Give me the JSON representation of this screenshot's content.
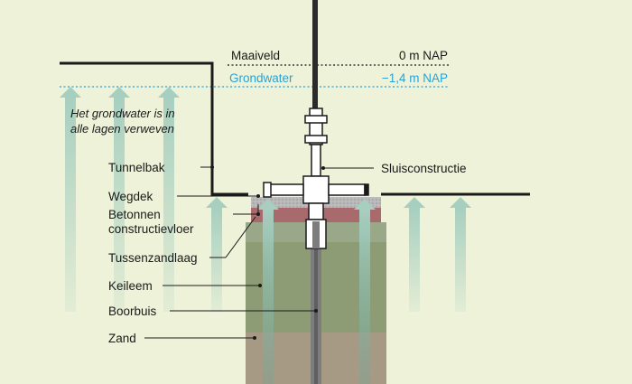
{
  "labels": {
    "maaiveld": "Maaiveld",
    "maaiveld_level": "0 m NAP",
    "grondwater": "Grondwater",
    "grondwater_level": "−1,4 m NAP",
    "note_line1": "Het grondwater is in",
    "note_line2": "alle lagen verweven",
    "tunnelbak": "Tunnelbak",
    "wegdek": "Wegdek",
    "betonnen_line1": "Betonnen",
    "betonnen_line2": "constructievloer",
    "tussenzandlaag": "Tussenzandlaag",
    "keileem": "Keileem",
    "boorbuis": "Boorbuis",
    "zand": "Zand",
    "sluisconstructie": "Sluisconstructie"
  },
  "colors": {
    "background": "#eef2d8",
    "groundwater": "#2aa3d4",
    "arrow": "#a7cfc0",
    "wegdek": "#b5b5b5",
    "betonvloer": "#a86a6c",
    "tussenzandlaag": "#9aa88a",
    "keileem": "#8d9c74",
    "zand": "#a79a84",
    "pipe": "#7d7d7d",
    "outline": "#1a1a1a"
  }
}
